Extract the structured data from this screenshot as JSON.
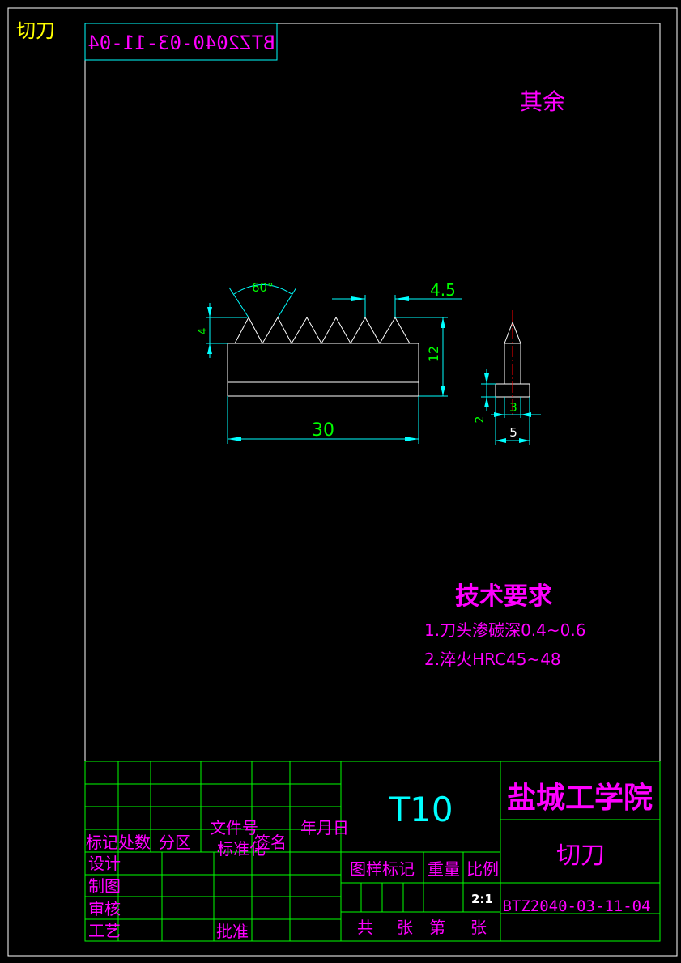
{
  "corner_title": "切刀",
  "mirrored_code": "BTZ2040-03-11-04",
  "surface_note": "其余",
  "dimensions": {
    "angle": "60°",
    "pitch": "4.5",
    "tooth_height": "4",
    "total_height": "12",
    "length": "30",
    "side_width": "5",
    "side_slot": "3",
    "side_step": "2"
  },
  "tech_requirements": {
    "heading": "技术要求",
    "items": [
      "1.刀头渗碳深0.4~0.6",
      "2.淬火HRC45~48"
    ]
  },
  "title_block": {
    "material": "T10",
    "school": "盐城工学院",
    "part_name": "切刀",
    "drawing_number": "BTZ2040-03-11-04",
    "scale_value": "2:1",
    "headers": {
      "mark": "标记",
      "count": "处数",
      "zone": "分区",
      "doc_no": "文件号",
      "signature": "签名",
      "date": "年月日",
      "design": "设计",
      "drafting": "制图",
      "review": "审核",
      "process": "工艺",
      "standardize": "标准化",
      "approve": "批准",
      "stage_mark": "图样标记",
      "weight": "重量",
      "scale": "比例",
      "total": "共",
      "sheets": "张",
      "number": "第",
      "sheet": "张"
    }
  }
}
